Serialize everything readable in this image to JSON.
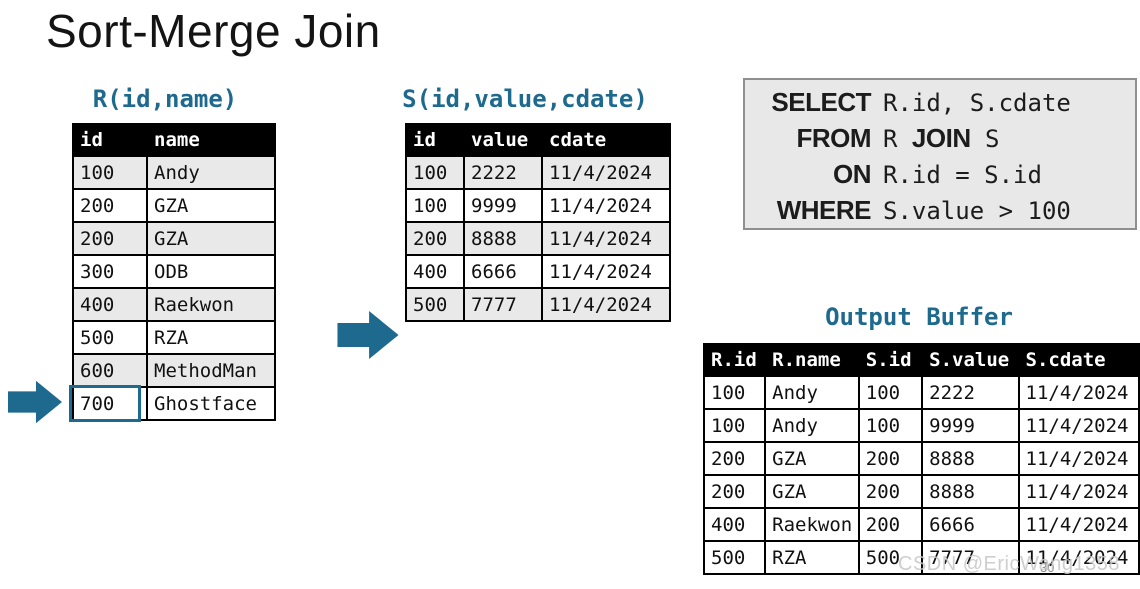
{
  "slide": {
    "title": "Sort-Merge Join",
    "page_number": "30",
    "watermark": "CSDN @EricWang1358"
  },
  "colors": {
    "accent_teal": "#1e6a8e",
    "table_header_bg": "#000000",
    "row_alt_gray": "#e9e9e9",
    "sql_box_bg": "#e8e8e8",
    "sql_box_border": "#8f8f8f"
  },
  "table_r": {
    "label": "R(id,name)",
    "columns": [
      "id",
      "name"
    ],
    "rows": [
      [
        "100",
        "Andy"
      ],
      [
        "200",
        "GZA"
      ],
      [
        "200",
        "GZA"
      ],
      [
        "300",
        "ODB"
      ],
      [
        "400",
        "Raekwon"
      ],
      [
        "500",
        "RZA"
      ],
      [
        "600",
        "MethodMan"
      ],
      [
        "700",
        "Ghostface"
      ]
    ],
    "highlighted_cell": {
      "row": 7,
      "col": 0,
      "value": "700"
    }
  },
  "table_s": {
    "label": "S(id,value,cdate)",
    "columns": [
      "id",
      "value",
      "cdate"
    ],
    "rows": [
      [
        "100",
        "2222",
        "11/4/2024"
      ],
      [
        "100",
        "9999",
        "11/4/2024"
      ],
      [
        "200",
        "8888",
        "11/4/2024"
      ],
      [
        "400",
        "6666",
        "11/4/2024"
      ],
      [
        "500",
        "7777",
        "11/4/2024"
      ]
    ]
  },
  "sql": {
    "lines": [
      {
        "keyword": "SELECT",
        "segments": [
          {
            "text": "R.id, S.cdate",
            "kw": false
          }
        ]
      },
      {
        "keyword": "FROM",
        "segments": [
          {
            "text": "R ",
            "kw": false
          },
          {
            "text": "JOIN",
            "kw": true
          },
          {
            "text": " S",
            "kw": false
          }
        ]
      },
      {
        "keyword": "ON",
        "segments": [
          {
            "text": "R.id = S.id",
            "kw": false
          }
        ]
      },
      {
        "keyword": "WHERE",
        "segments": [
          {
            "text": "S.value > 100",
            "kw": false
          }
        ]
      }
    ]
  },
  "output_buffer": {
    "label": "Output Buffer",
    "columns": [
      "R.id",
      "R.name",
      "S.id",
      "S.value",
      "S.cdate"
    ],
    "rows": [
      [
        "100",
        "Andy",
        "100",
        "2222",
        "11/4/2024"
      ],
      [
        "100",
        "Andy",
        "100",
        "9999",
        "11/4/2024"
      ],
      [
        "200",
        "GZA",
        "200",
        "8888",
        "11/4/2024"
      ],
      [
        "200",
        "GZA",
        "200",
        "8888",
        "11/4/2024"
      ],
      [
        "400",
        "Raekwon",
        "200",
        "6666",
        "11/4/2024"
      ],
      [
        "500",
        "RZA",
        "500",
        "7777",
        "11/4/2024"
      ]
    ]
  }
}
